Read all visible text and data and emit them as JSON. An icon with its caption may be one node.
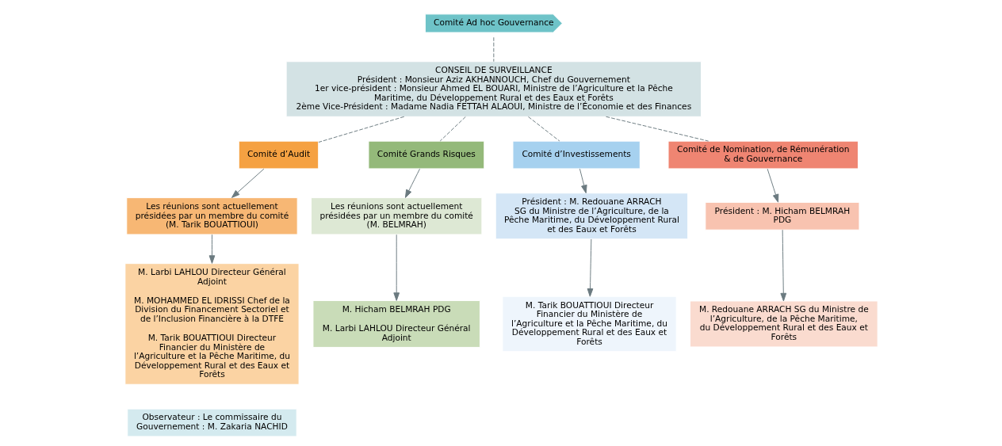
{
  "diagram": {
    "nodes": [
      {
        "text": [
          "CONSEIL DE SURVEILLANCE",
          "Président : Monsieur Aziz AKHANNOUCH, Chef du Gouvernement",
          "1er vice-président : Monsieur Ahmed EL BOUARI, Ministre de l’Agriculture et la Pêche Maritime, du Développement Rural et des Eaux et Forêts",
          "2ème Vice-Président : Madame Nadia FETTAH ALAOUI, Ministre de l’Économie et des Finances"
        ]
      },
      {
        "text": [
          "Comité Ad hoc Gouvernance"
        ]
      },
      {
        "text": [
          "Comité d’Audit"
        ]
      },
      {
        "text": [
          "Les réunions sont actuellement présidées par un membre du comité",
          "(M. Tarik BOUATTIOUI)"
        ]
      },
      {
        "text": [
          "M. Larbi LAHLOU Directeur Général Adjoint",
          "M. MOHAMMED EL IDRISSI Chef de la Division du Financement Sectoriel et de l’Inclusion Financière à la DTFE",
          "M. Tarik BOUATTIOUI Directeur Financier du Ministère de l’Agriculture et la Pêche Maritime, du Développement Rural et des Eaux et Forêts"
        ]
      },
      {
        "text": [
          "Comité Grands Risques"
        ]
      },
      {
        "text": [
          "Les réunions sont actuellement présidées par un membre du comité",
          "(M. BELMRAH)"
        ]
      },
      {
        "text": [
          "M. Hicham BELMRAH PDG",
          "M. Larbi LAHLOU Directeur Général Adjoint"
        ]
      },
      {
        "text": [
          "Comité d’Investissements"
        ]
      },
      {
        "text": [
          "Président : M. Redouane ARRACH",
          "SG du Ministre de l’Agriculture, de la Pêche Maritime, du Développement Rural et des Eaux et Forêts"
        ]
      },
      {
        "text": [
          "M. Tarik BOUATTIOUI Directeur Financier du Ministère de l’Agriculture et la Pêche Maritime, du Développement Rural et des Eaux et Forêts"
        ]
      },
      {
        "text": [
          "Comité de Nomination, de Rémunération & de Gouvernance"
        ]
      },
      {
        "text": [
          "Président : M. Hicham BELMRAH",
          "PDG"
        ]
      },
      {
        "text": [
          "M. Redouane ARRACH SG du Ministre de l’Agriculture, de la Pêche Maritime, du Développement Rural et des Eaux et Forêts"
        ]
      },
      {
        "text": [
          "Observateur : Le commissaire du Gouvernement : M. Zakaria NACHID"
        ]
      }
    ],
    "edges": [
      {
        "from": 1,
        "to": 0,
        "arrow": "none",
        "style": "dashed"
      },
      {
        "from": 0,
        "to": 2,
        "arrow": "none",
        "style": "dashed"
      },
      {
        "from": 0,
        "to": 5,
        "arrow": "none",
        "style": "dashed"
      },
      {
        "from": 0,
        "to": 8,
        "arrow": "none",
        "style": "dashed"
      },
      {
        "from": 0,
        "to": 11,
        "arrow": "none",
        "style": "dashed"
      },
      {
        "from": 2,
        "to": 3,
        "arrow": "to"
      },
      {
        "from": 3,
        "to": 4,
        "arrow": "to"
      },
      {
        "from": 5,
        "to": 6,
        "arrow": "to"
      },
      {
        "from": 6,
        "to": 7,
        "arrow": "to"
      },
      {
        "from": 8,
        "to": 9,
        "arrow": "to"
      },
      {
        "from": 9,
        "to": 10,
        "arrow": "to"
      },
      {
        "from": 11,
        "to": 12,
        "arrow": "to"
      },
      {
        "from": 12,
        "to": 13,
        "arrow": "to"
      }
    ]
  }
}
